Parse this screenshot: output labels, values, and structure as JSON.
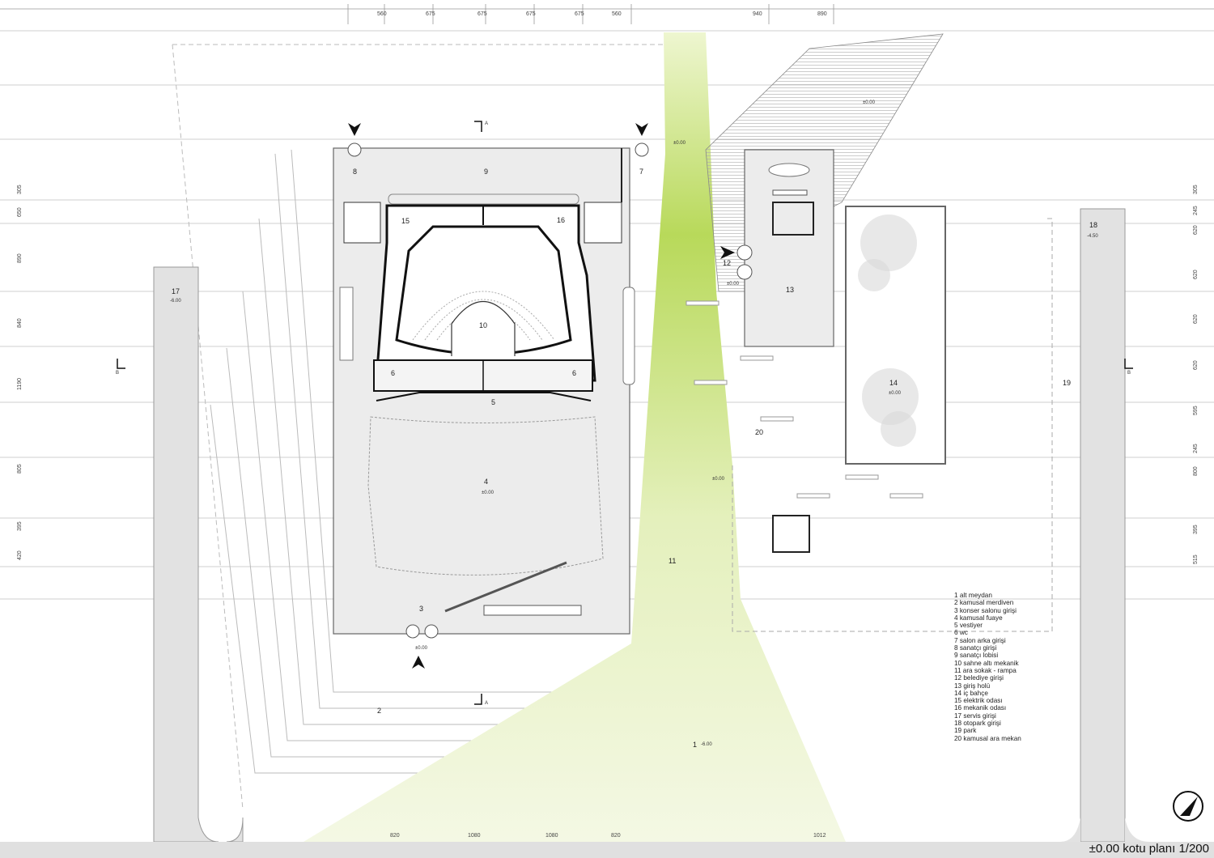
{
  "title": "±0.00 kotu planı 1/200",
  "dimensions": {
    "top": [
      "560",
      "675",
      "675",
      "675",
      "675",
      "560",
      "940",
      "890"
    ],
    "bottom": [
      "820",
      "1080",
      "1080",
      "820",
      "1012"
    ],
    "left": [
      "305",
      "650",
      "890",
      "840",
      "1190",
      "805",
      "395",
      "420"
    ],
    "right": [
      "305",
      "245",
      "620",
      "620",
      "620",
      "620",
      "595",
      "245",
      "800",
      "395",
      "515"
    ]
  },
  "room_numbers": [
    "1",
    "2",
    "3",
    "4",
    "5",
    "6",
    "6",
    "7",
    "8",
    "9",
    "10",
    "11",
    "12",
    "13",
    "14",
    "15",
    "16",
    "17",
    "18",
    "19",
    "20"
  ],
  "elevations": [
    "±0.00",
    "±0.00",
    "±0.00",
    "±0.00",
    "±0.00",
    "±0.00",
    "±0.00",
    "-6.00",
    "-4.50",
    "-6.00"
  ],
  "section_marks": [
    "A",
    "A",
    "B",
    "B"
  ],
  "legend": [
    "1 alt meydan",
    "2 kamusal merdiven",
    "3 konser salonu girişi",
    "4 kamusal fuaye",
    "5 vestiyer",
    "6 wc",
    "7 salon arka girişi",
    "8 sanatçı girişi",
    "9 sanatçı lobisi",
    "10 sahne altı mekanik",
    "11 ara sokak - rampa",
    "12 belediye girişi",
    "13 giriş holü",
    "14 iç bahçe",
    "15 elektrik odası",
    "16 mekanik odası",
    "17 servis girişi",
    "18 otopark girişi",
    "19 park",
    "20 kamusal ara mekan"
  ],
  "colors": {
    "green": "#c9e07a",
    "floor": "#ececec",
    "road": "#e2e2e2",
    "line": "#bdbdbd"
  }
}
